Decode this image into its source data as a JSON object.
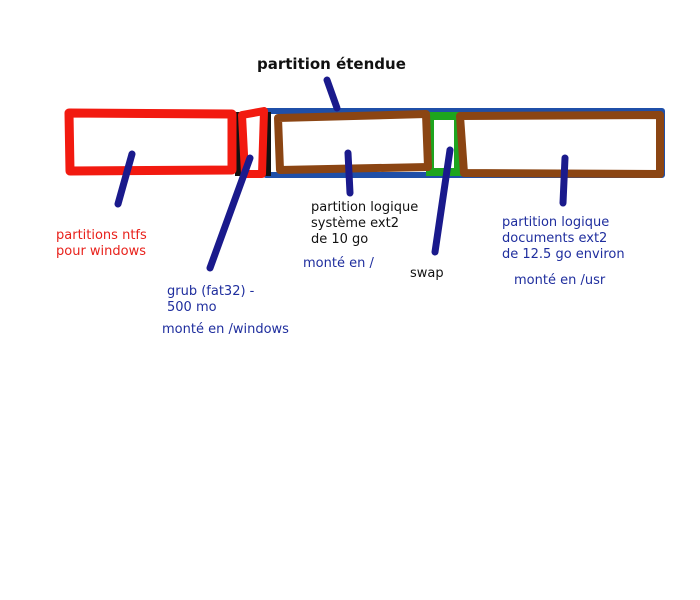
{
  "diagram": {
    "title": "partition étendue",
    "labels": {
      "ntfs": "partitions ntfs\npour windows",
      "grub": "grub (fat32) -\n500 mo",
      "grub_mount": "monté en /windows",
      "system": "partition logique\nsystème ext2\nde 10 go",
      "system_mount": "monté en /",
      "swap": "swap",
      "documents": "partition logique\ndocuments ext2\nde 12.5 go environ",
      "documents_mount": "monté en /usr"
    },
    "colors": {
      "ntfs": "#f21a10",
      "extended": "#1f4fa8",
      "logical": "#8b4513",
      "swap": "#1ea51e",
      "pointer": "#1a1a8c",
      "label_red": "#e8211b",
      "label_blue": "#1f2e9e",
      "label_black": "#111111"
    }
  }
}
